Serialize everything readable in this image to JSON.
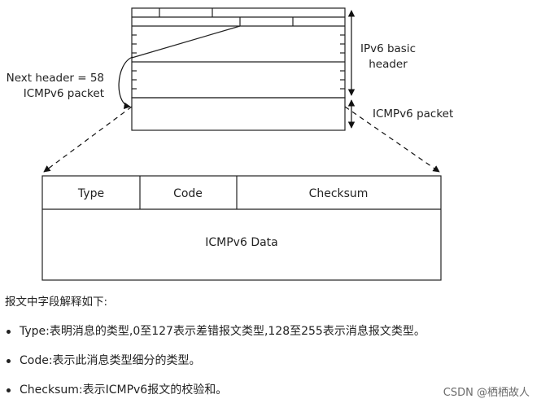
{
  "diagram": {
    "next_header_label": "Next header = 58",
    "icmpv6_packet_left_label": "ICMPv6 packet",
    "ipv6_basic_header_line1": "IPv6 basic",
    "ipv6_basic_header_line2": "header",
    "icmpv6_packet_right_label": "ICMPv6 packet",
    "fields": {
      "type": "Type",
      "code": "Code",
      "checksum": "Checksum",
      "data": "ICMPv6 Data"
    }
  },
  "text": {
    "intro": "报文中字段解释如下:",
    "bullets": [
      "Type:表明消息的类型,0至127表示差错报文类型,128至255表示消息报文类型。",
      "Code:表示此消息类型细分的类型。",
      "Checksum:表示ICMPv6报文的校验和。"
    ]
  },
  "watermark": "CSDN @栖栖故人"
}
